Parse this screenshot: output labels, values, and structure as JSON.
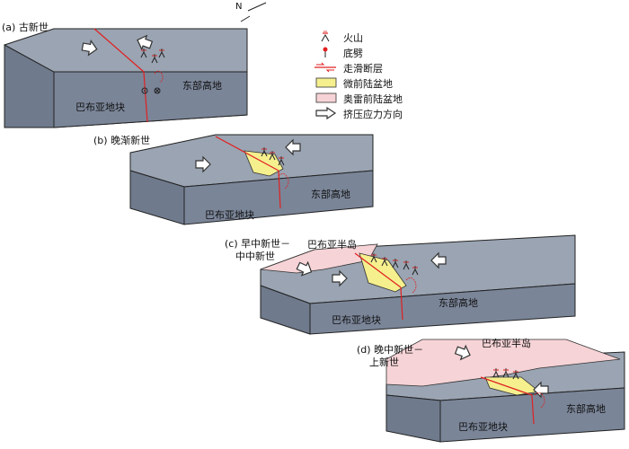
{
  "compass": "N",
  "panels": [
    {
      "tag": "(a)",
      "era": "古新世",
      "west_block": "巴布亚地块",
      "east_block": "东部高地"
    },
    {
      "tag": "(b)",
      "era": "晚渐新世",
      "west_block": "巴布亚地块",
      "east_block": "东部高地"
    },
    {
      "tag": "(c)",
      "era_line1": "早中新世－",
      "era_line2": "中中新世",
      "peninsula": "巴布亚半岛",
      "west_block": "巴布亚地块",
      "east_block": "东部高地"
    },
    {
      "tag": "(d)",
      "era_line1": "晚中新世－",
      "era_line2": "上新世",
      "peninsula": "巴布亚半岛",
      "west_block": "巴布亚地块",
      "east_block": "东部高地"
    }
  ],
  "legend": [
    {
      "icon": "volcano-icon",
      "label": "火山"
    },
    {
      "icon": "diapir-icon",
      "label": "底劈"
    },
    {
      "icon": "strike-slip-fault-icon",
      "label": "走滑断层"
    },
    {
      "icon": "micro-foreland-basin-swatch",
      "label": "微前陆盆地"
    },
    {
      "icon": "aure-foreland-basin-swatch",
      "label": "奥雷前陆盆地"
    },
    {
      "icon": "compression-arrow-icon",
      "label": "挤压应力方向"
    }
  ],
  "colors": {
    "block_top": "#9aa4b2",
    "block_front": "#7a8598",
    "block_side": "#5e6878",
    "fault": "#e02020",
    "micro_basin": "#f5ef8e",
    "aure_basin": "#f6d3d6",
    "arrow_fill": "#ffffff",
    "arrow_stroke": "#333333"
  }
}
